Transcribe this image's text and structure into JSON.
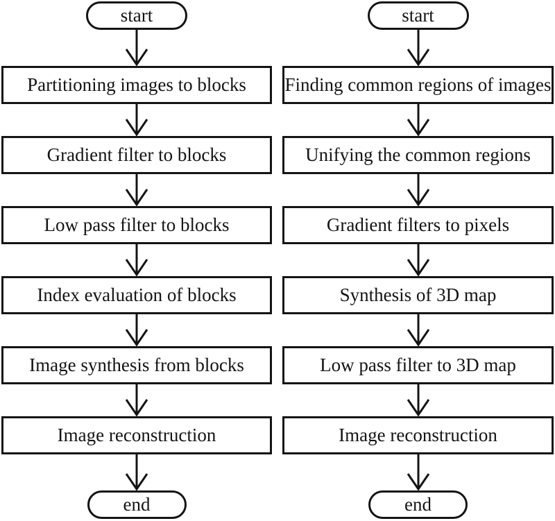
{
  "diagram": {
    "left_column": {
      "start_label": "start",
      "steps": [
        "Partitioning images to blocks",
        "Gradient filter to blocks",
        "Low pass filter to blocks",
        "Index evaluation of blocks",
        "Image synthesis from blocks",
        "Image reconstruction"
      ],
      "end_label": "end"
    },
    "right_column": {
      "start_label": "start",
      "steps": [
        "Finding common regions of images",
        "Unifying the common regions",
        "Gradient filters to pixels",
        "Synthesis of 3D map",
        "Low pass filter to 3D map",
        "Image reconstruction"
      ],
      "end_label": "end"
    },
    "colors": {
      "stroke": "#141414",
      "background": "#ffffff",
      "text": "#141414"
    }
  }
}
